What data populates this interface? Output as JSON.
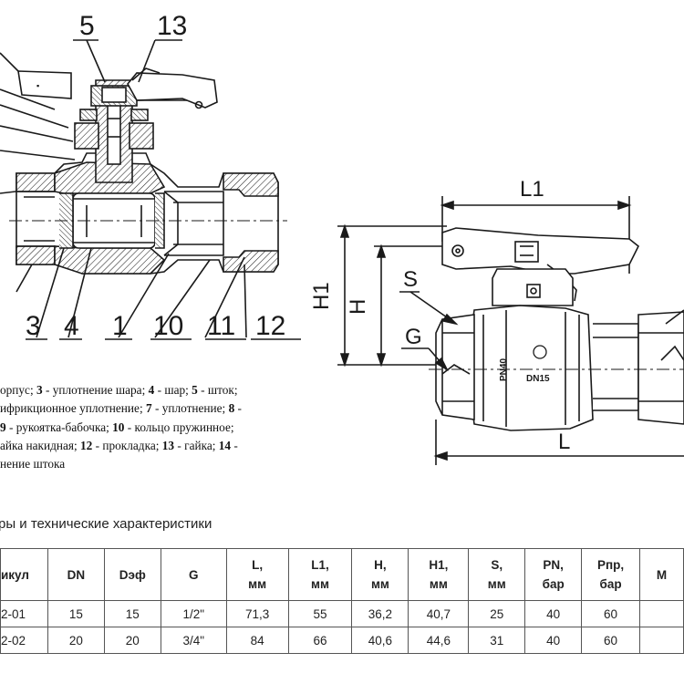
{
  "callouts_left": {
    "top": [
      "5",
      "13"
    ],
    "bottom": [
      "3",
      "4",
      "1",
      "10",
      "11",
      "12"
    ]
  },
  "dimensions": {
    "L1": "L1",
    "H1": "H1",
    "H": "H",
    "S": "S",
    "G": "G",
    "L": "L"
  },
  "body_marks": {
    "pn": "PN40",
    "dn": "DN15"
  },
  "legend": {
    "lines": [
      {
        "parts": [
          {
            "t": "орпус; ",
            "b": false
          },
          {
            "t": "3",
            "b": true
          },
          {
            "t": " - уплотнение шара; ",
            "b": false
          },
          {
            "t": "4",
            "b": true
          },
          {
            "t": " - шар; ",
            "b": false
          },
          {
            "t": "5",
            "b": true
          },
          {
            "t": " - шток;",
            "b": false
          }
        ]
      },
      {
        "parts": [
          {
            "t": "ифрикционное уплотнение; ",
            "b": false
          },
          {
            "t": "7",
            "b": true
          },
          {
            "t": " - уплотнение; ",
            "b": false
          },
          {
            "t": "8",
            "b": true
          },
          {
            "t": " -",
            "b": false
          }
        ]
      },
      {
        "parts": [
          {
            "t": "9",
            "b": true
          },
          {
            "t": " - рукоятка-бабочка; ",
            "b": false
          },
          {
            "t": "10",
            "b": true
          },
          {
            "t": " - кольцо пружинное;",
            "b": false
          }
        ]
      },
      {
        "parts": [
          {
            "t": "айка накидная; ",
            "b": false
          },
          {
            "t": "12",
            "b": true
          },
          {
            "t": " - прокладка; ",
            "b": false
          },
          {
            "t": "13",
            "b": true
          },
          {
            "t": " - гайка; ",
            "b": false
          },
          {
            "t": "14",
            "b": true
          },
          {
            "t": " -",
            "b": false
          }
        ]
      },
      {
        "parts": [
          {
            "t": "нение штока",
            "b": false
          }
        ]
      }
    ]
  },
  "section_title": "ры и технические характеристики",
  "table": {
    "headers": [
      [
        "икул"
      ],
      [
        "DN"
      ],
      [
        "Dэф"
      ],
      [
        "G"
      ],
      [
        "L,",
        "мм"
      ],
      [
        "L1,",
        "мм"
      ],
      [
        "H,",
        "мм"
      ],
      [
        "H1,",
        "мм"
      ],
      [
        "S,",
        "мм"
      ],
      [
        "PN,",
        "бар"
      ],
      [
        "Pпр,",
        "бар"
      ],
      [
        "M"
      ]
    ],
    "rows": [
      [
        "2-01",
        "15",
        "15",
        "1/2\"",
        "71,3",
        "55",
        "36,2",
        "40,7",
        "25",
        "40",
        "60",
        ""
      ],
      [
        "2-02",
        "20",
        "20",
        "3/4\"",
        "84",
        "66",
        "40,6",
        "44,6",
        "31",
        "40",
        "60",
        ""
      ]
    ]
  }
}
